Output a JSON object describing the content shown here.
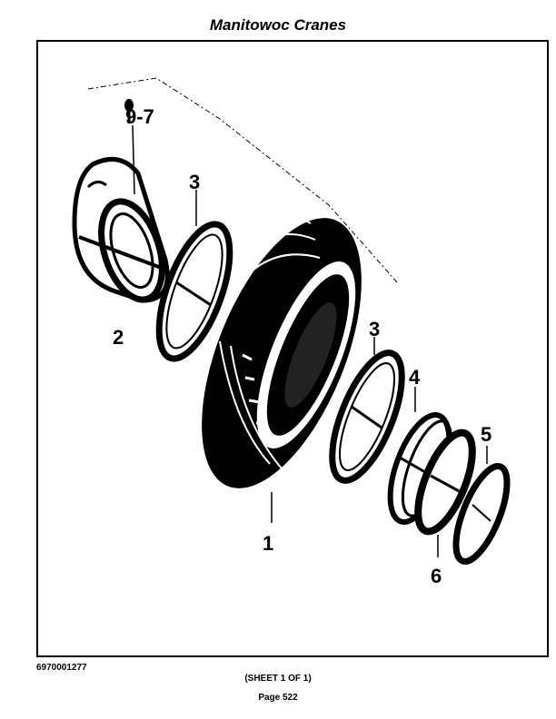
{
  "header": {
    "title": "Manitowoc Cranes"
  },
  "drawing": {
    "callouts": [
      {
        "id": "c97",
        "label": "9-7"
      },
      {
        "id": "c3a",
        "label": "3"
      },
      {
        "id": "c2",
        "label": "2"
      },
      {
        "id": "c3b",
        "label": "3"
      },
      {
        "id": "c4",
        "label": "4"
      },
      {
        "id": "c5",
        "label": "5"
      },
      {
        "id": "c1",
        "label": "1"
      },
      {
        "id": "c6",
        "label": "6"
      }
    ]
  },
  "footer": {
    "part_number": "6970001277",
    "sheet": "(SHEET 1 OF 1)",
    "page": "Page 522"
  }
}
